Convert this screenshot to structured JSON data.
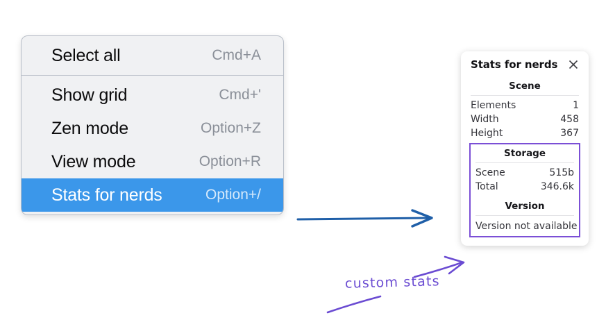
{
  "context_menu": {
    "groups": [
      {
        "items": [
          {
            "label": "Select all",
            "shortcut": "Cmd+A",
            "selected": false
          }
        ]
      },
      {
        "items": [
          {
            "label": "Show grid",
            "shortcut": "Cmd+'",
            "selected": false
          },
          {
            "label": "Zen mode",
            "shortcut": "Option+Z",
            "selected": false
          },
          {
            "label": "View mode",
            "shortcut": "Option+R",
            "selected": false
          },
          {
            "label": "Stats for nerds",
            "shortcut": "Option+/",
            "selected": true
          }
        ]
      }
    ],
    "items_flat": [
      {
        "label": "Select all",
        "shortcut": "Cmd+A"
      },
      {
        "label": "Show grid",
        "shortcut": "Cmd+'"
      },
      {
        "label": "Zen mode",
        "shortcut": "Option+Z"
      },
      {
        "label": "View mode",
        "shortcut": "Option+R"
      },
      {
        "label": "Stats for nerds",
        "shortcut": "Option+/"
      }
    ],
    "highlight_color": "#3b97ea"
  },
  "stats_panel": {
    "title": "Stats for nerds",
    "close_icon": "close-icon",
    "scene": {
      "heading": "Scene",
      "rows": [
        {
          "label": "Elements",
          "value": "1"
        },
        {
          "label": "Width",
          "value": "458"
        },
        {
          "label": "Height",
          "value": "367"
        }
      ]
    },
    "storage": {
      "heading": "Storage",
      "rows": [
        {
          "label": "Scene",
          "value": "515b"
        },
        {
          "label": "Total",
          "value": "346.6k"
        }
      ]
    },
    "version": {
      "heading": "Version",
      "note": "Version not available"
    },
    "highlight_border_color": "#7b4fd6"
  },
  "annotations": {
    "handwritten_label": "custom stats",
    "blue_arrow_color": "#1f5fa8",
    "purple_arrow_color": "#6a4bd2"
  }
}
